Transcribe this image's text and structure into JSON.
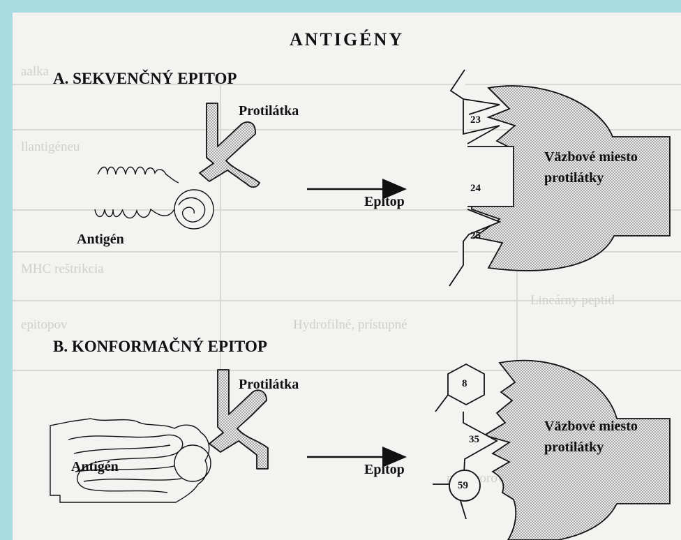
{
  "title": "ANTIGÉNY",
  "sections": [
    {
      "heading": "A. SEKVENČNÝ EPITOP",
      "antibody_label": "Protilátka",
      "antigen_label": "Antigén",
      "epitope_label": "Epitop",
      "binding_site_label": [
        "Väzbové miesto",
        "protilátky"
      ],
      "epitope_numbers": [
        "23",
        "24",
        "25"
      ]
    },
    {
      "heading": "B. KONFORMAČNÝ EPITOP",
      "antibody_label": "Protilátka",
      "antigen_label": "Antigén",
      "epitope_label": "Epitop",
      "binding_site_label": [
        "Väzbové miesto",
        "protilátky"
      ],
      "epitope_numbers": [
        "8",
        "35",
        "59"
      ]
    }
  ],
  "colors": {
    "background": "#a9dbe3",
    "paper": "#f3f3f1",
    "stipple": "#8c8c8c",
    "ink": "#111111"
  }
}
